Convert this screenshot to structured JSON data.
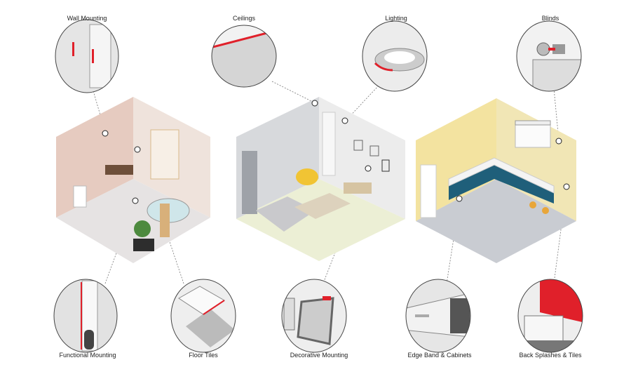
{
  "callouts_top": [
    {
      "label": "Wall Mounting"
    },
    {
      "label": "Ceilings"
    },
    {
      "label": "Lighting"
    },
    {
      "label": "Blinds"
    }
  ],
  "callouts_bottom": [
    {
      "label": "Functional Mounting"
    },
    {
      "label": "Floor Tiles"
    },
    {
      "label": "Decorative Mounting"
    },
    {
      "label": "Edge Band & Cabinets"
    },
    {
      "label": "Back Splashes & Tiles"
    }
  ],
  "rooms": [
    "bathroom",
    "living-room",
    "kitchen"
  ],
  "colors": {
    "accent": "#e0202a",
    "outline": "#555555",
    "kitchen_cabinet": "#1f5f7a",
    "kitchen_wall": "#f3e3a0",
    "bath_wall": "#e8cfc4"
  }
}
